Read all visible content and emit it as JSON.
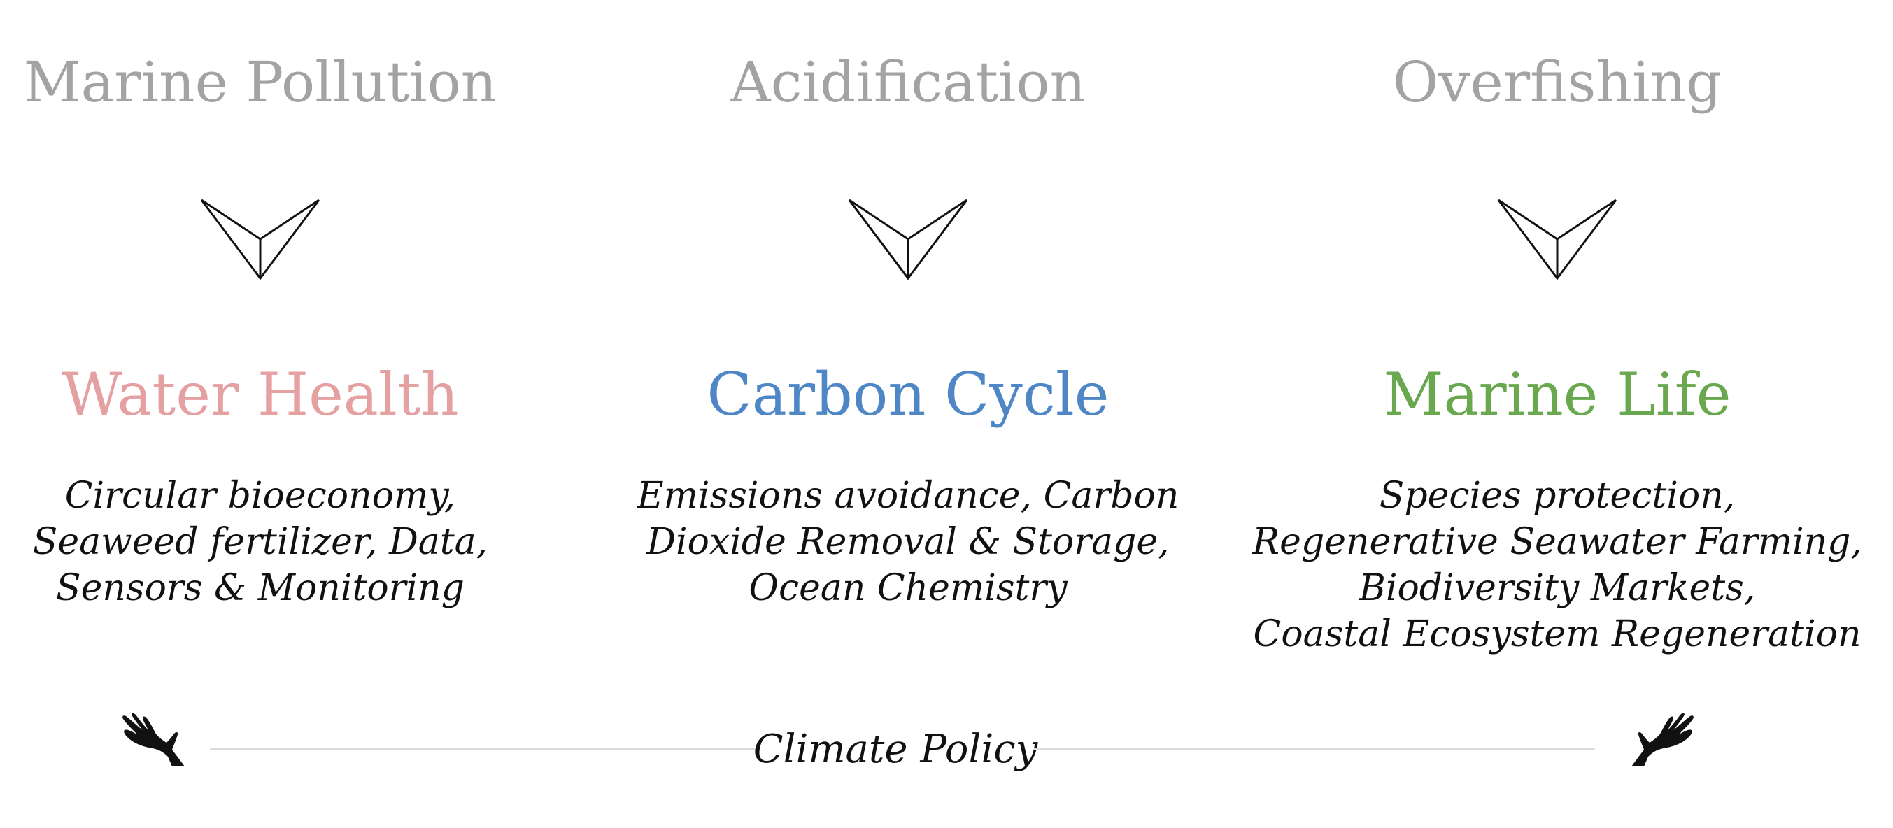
{
  "colors": {
    "challenge_text": "#a3a3a3",
    "water_health": "#e5a0a2",
    "carbon_cycle": "#4f86c6",
    "marine_life": "#6aa84f",
    "body_text": "#111111",
    "divider": "#dcdcdc"
  },
  "icons": {
    "chevron": "chevron-down-icon",
    "left_hand": "open-hand-icon",
    "right_hand": "open-hand-icon"
  },
  "columns": [
    {
      "challenge": "Marine Pollution",
      "theme": "Water Health",
      "solutions": [
        "Circular bioeconomy,",
        "Seaweed fertilizer, Data,",
        "Sensors & Monitoring"
      ]
    },
    {
      "challenge": "Acidification",
      "theme": "Carbon Cycle",
      "solutions": [
        "Emissions avoidance, Carbon",
        "Dioxide Removal & Storage,",
        "Ocean Chemistry"
      ]
    },
    {
      "challenge": "Overfishing",
      "theme": "Marine Life",
      "solutions": [
        "Species protection,",
        "Regenerative Seawater Farming,",
        "Biodiversity Markets,",
        "Coastal Ecosystem Regeneration"
      ]
    }
  ],
  "footer": {
    "label": "Climate Policy"
  }
}
